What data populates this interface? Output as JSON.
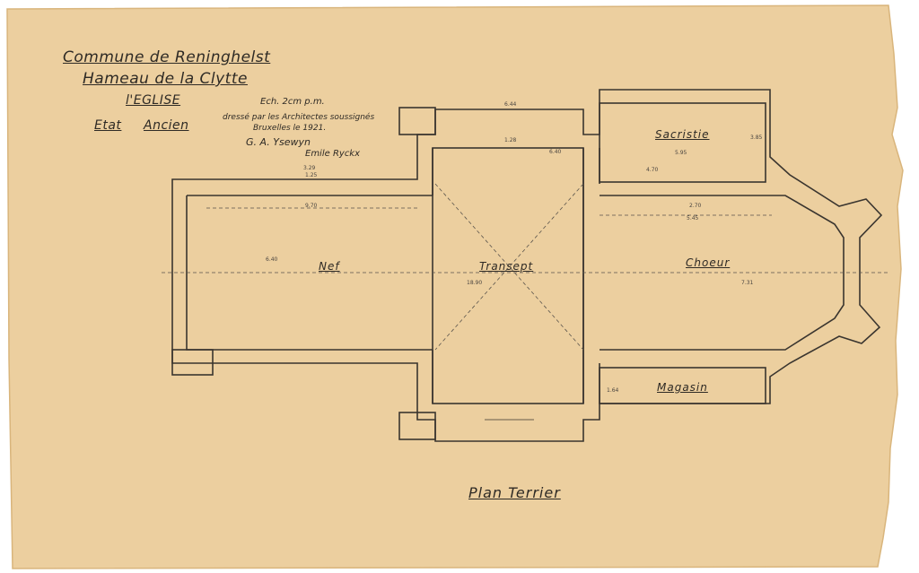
{
  "title_block": {
    "line1": "Commune de Reninghelst",
    "line2": "Hameau de la Clytte",
    "building": "l'EGLISE",
    "state_label": "Etat",
    "state_value": "Ancien",
    "scale": "Ech. 2cm p.m.",
    "prepared_by": "dressé par les Architectes soussignés",
    "place_date": "Bruxelles le 1921.",
    "signatures": [
      "G. A. Ysewyn",
      "Emile Ryckx"
    ]
  },
  "rooms": {
    "nave": "Nef",
    "transept": "Transept",
    "choir": "Choeur",
    "sacristy": "Sacristie",
    "storeroom": "Magasin"
  },
  "plan_caption": "Plan Terrier",
  "dimensions": {
    "nave_length": "9.70",
    "nave_width": "6.40",
    "axis_total": "18.90",
    "transept_width": "6.40",
    "choir_length": "5.45",
    "sacristy_width": "5.95",
    "sacristy_depth": "3.85",
    "door_a": "3.29",
    "door_b": "1.25",
    "window_a": "6.44",
    "window_b": "1.28",
    "misc_a": "4.70",
    "misc_b": "2.70",
    "misc_c": "7.31",
    "misc_d": "1.64"
  },
  "colors": {
    "paper": "#eccf9f",
    "paper_edge": "#e2bd86",
    "ink": "#2e2a25"
  }
}
